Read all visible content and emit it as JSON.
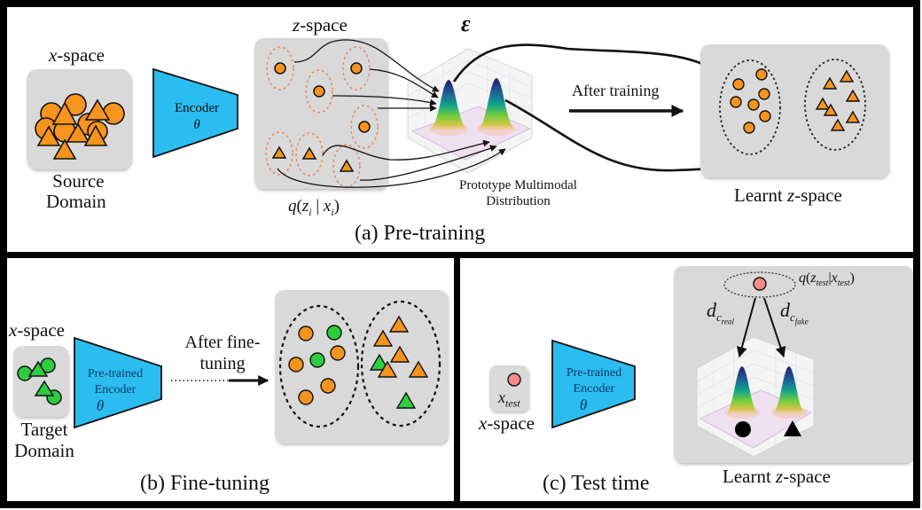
{
  "panels": {
    "pretraining": {
      "caption": "(a) Pre-training",
      "x_space_var": "x",
      "x_space_suffix": "-space",
      "source_domain_line1": "Source",
      "source_domain_line2": "Domain",
      "encoder_label": "Encoder",
      "encoder_param": "θ",
      "z_space_var": "z",
      "z_space_suffix": "-space",
      "posterior_label": "q(z_i | x_i)",
      "posterior_q": "q",
      "posterior_z": "z",
      "posterior_i1": "i",
      "posterior_x": "x",
      "posterior_i2": "i",
      "epsilon_symbol": "ε",
      "prototype_line1": "Prototype Multimodal",
      "prototype_line2": "Distribution",
      "after_training": "After training",
      "learnt_prefix": "Learnt ",
      "learnt_var": "z",
      "learnt_suffix": "-space"
    },
    "finetuning": {
      "caption": "(b) Fine-tuning",
      "x_space_var": "x",
      "x_space_suffix": "-space",
      "target_domain_line1": "Target",
      "target_domain_line2": "Domain",
      "encoder_line1": "Pre-trained",
      "encoder_line2": "Encoder",
      "encoder_param": "θ",
      "after_line1": "After fine-",
      "after_line2": "tuning"
    },
    "testtime": {
      "caption": "(c) Test time",
      "x_test_var": "x",
      "x_test_sub": "test",
      "x_space_var": "x",
      "x_space_suffix": "-space",
      "encoder_line1": "Pre-trained",
      "encoder_line2": "Encoder",
      "encoder_param": "θ",
      "posterior_q": "q",
      "posterior_z": "z",
      "posterior_sub1": "test",
      "posterior_x": "x",
      "posterior_sub2": "test",
      "d_real_d": "d",
      "d_real_c": "c",
      "d_real_sub": "real",
      "d_fake_d": "d",
      "d_fake_c": "c",
      "d_fake_sub": "fake",
      "learnt_prefix": "Learnt ",
      "learnt_var": "z",
      "learnt_suffix": "-space"
    }
  },
  "colors": {
    "orange": "#f7941d",
    "green": "#2ecc40",
    "pink": "#f58a8a",
    "encoder_blue": "#2bbcf0",
    "box_gray": "#d9d9d9",
    "dashed_orange": "#e8905a",
    "border": "#000000"
  }
}
